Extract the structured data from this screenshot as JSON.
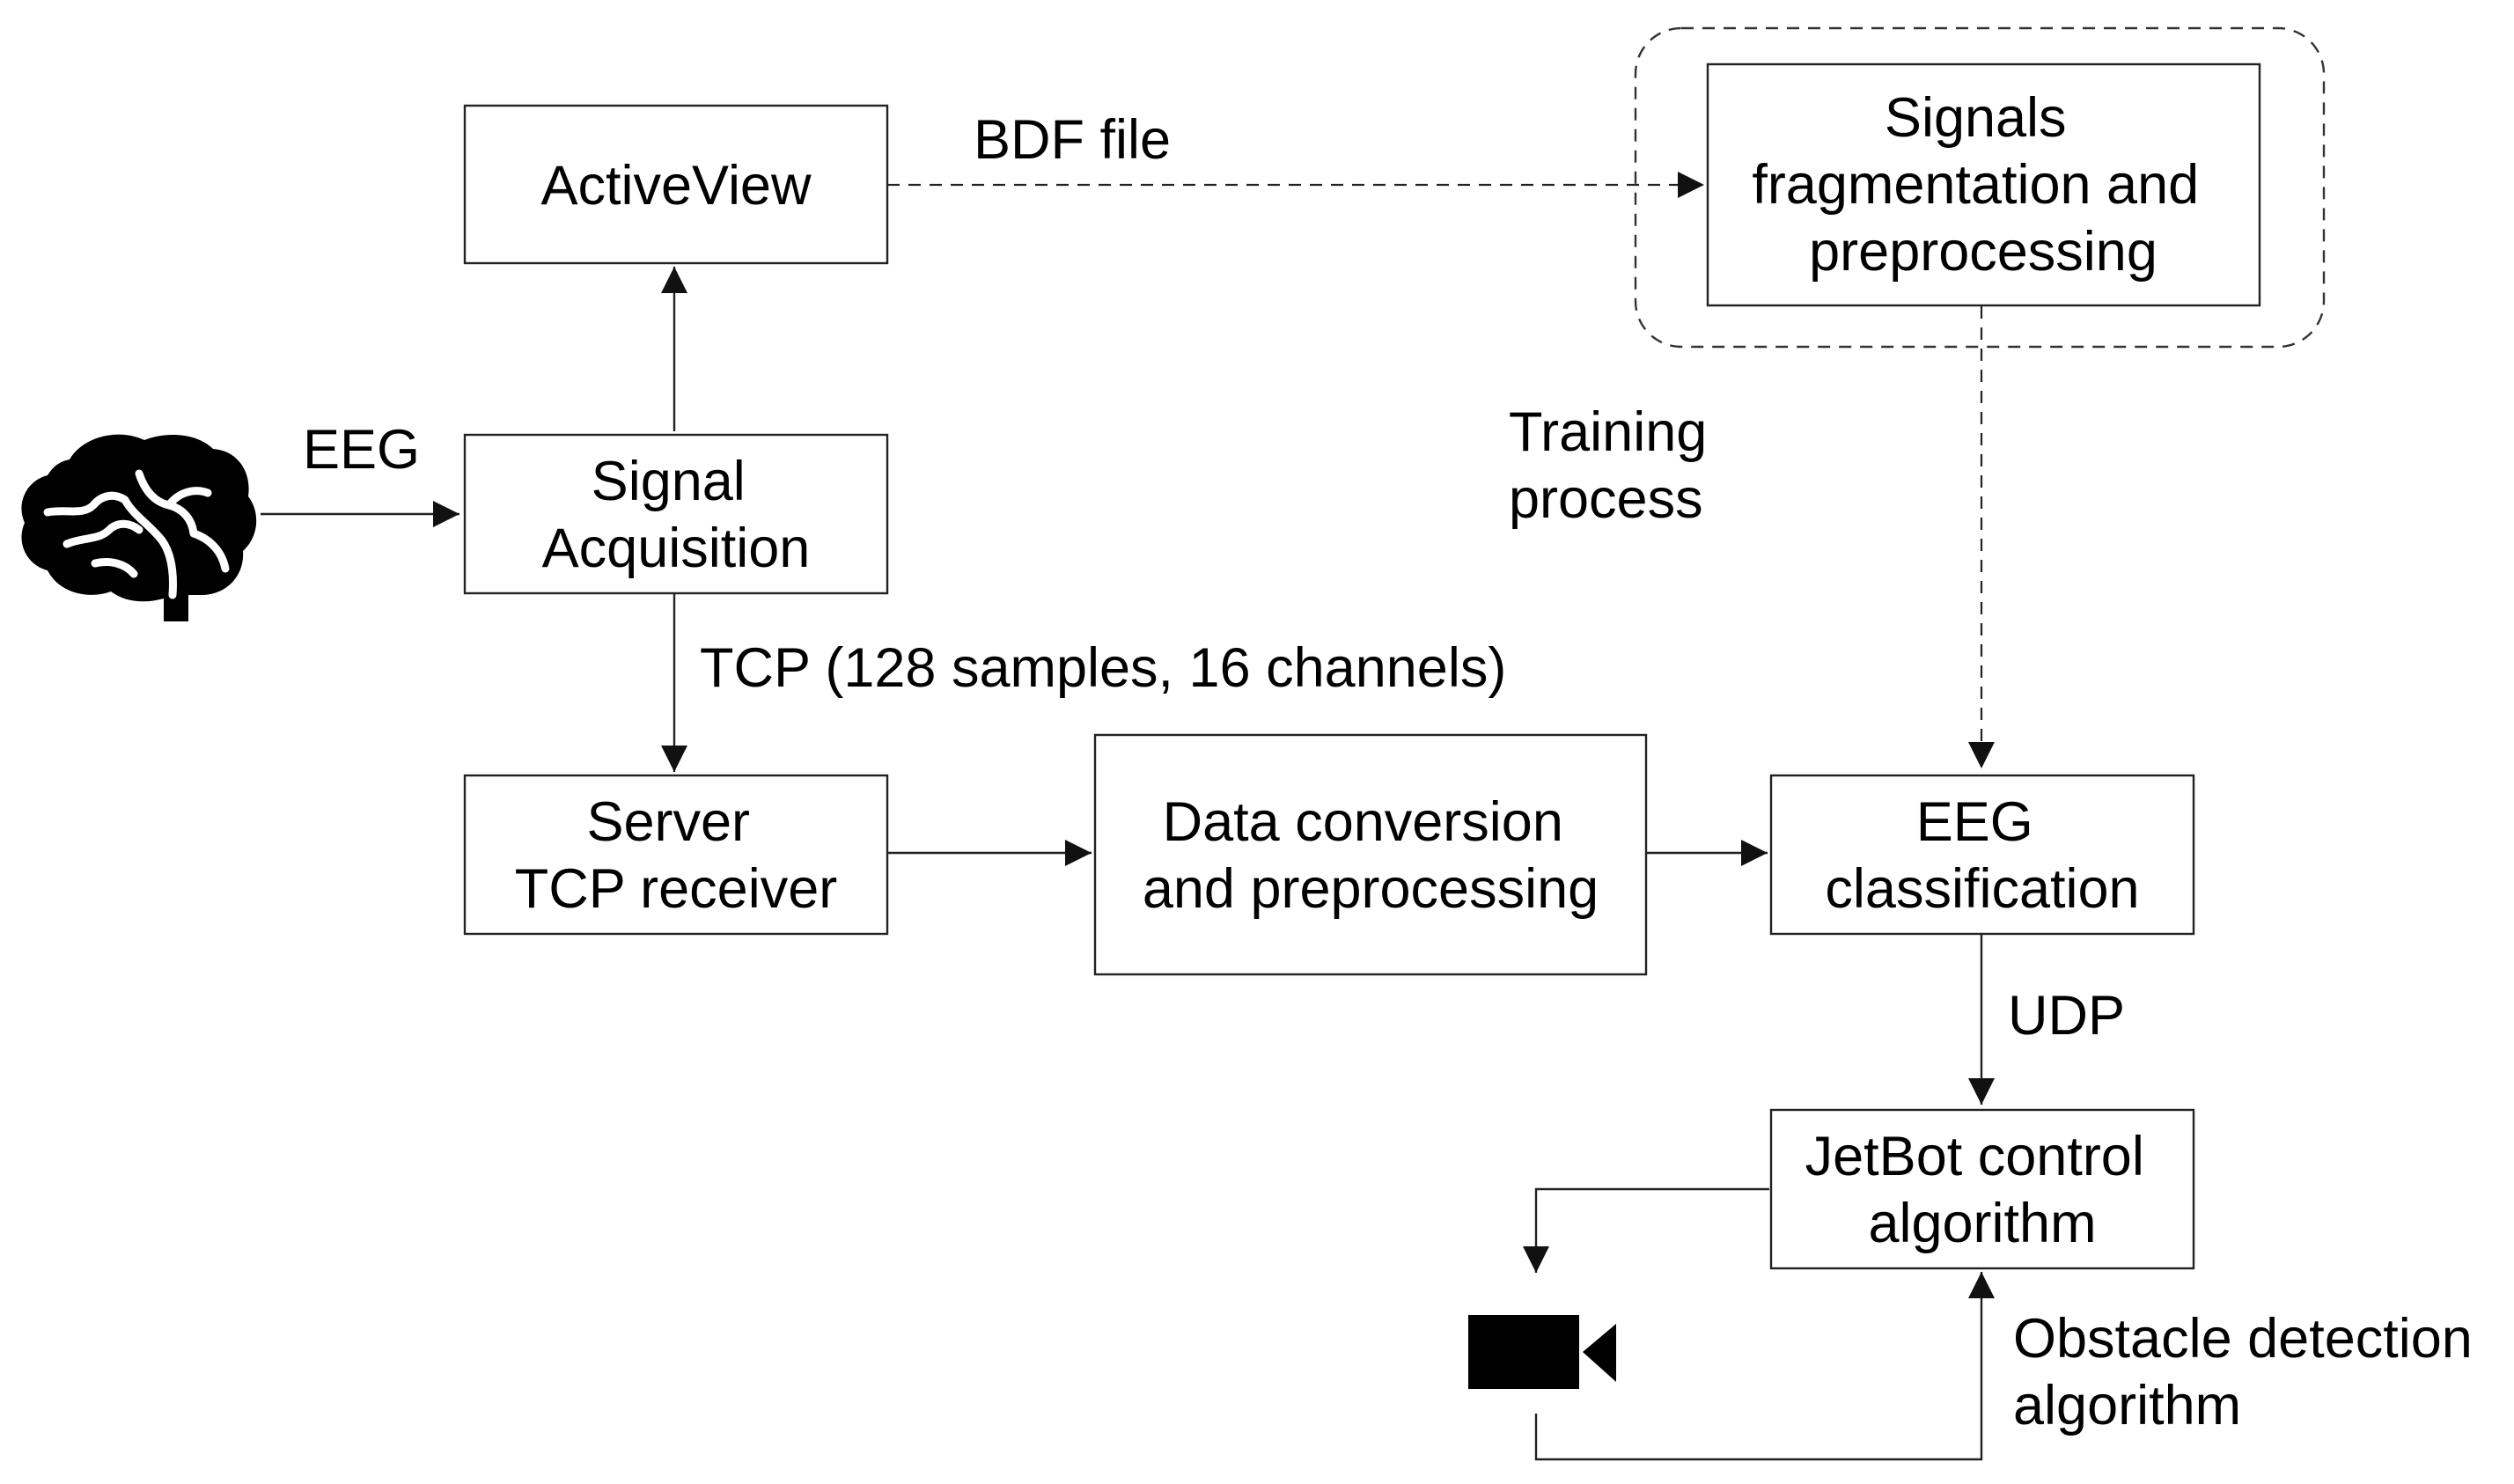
{
  "nodes": {
    "activeview": {
      "lines": [
        "ActiveView"
      ]
    },
    "signal_acquisition": {
      "lines": [
        "Signal",
        "Acquisition"
      ]
    },
    "server_tcp": {
      "lines": [
        "Server",
        "TCP receiver"
      ]
    },
    "data_conversion": {
      "lines": [
        "Data conversion",
        "and preprocessing"
      ]
    },
    "eeg_classification": {
      "lines": [
        "EEG",
        "classification"
      ]
    },
    "signals_fragmentation": {
      "lines": [
        "Signals",
        "fragmentation and",
        "preprocessing"
      ]
    },
    "jetbot_control": {
      "lines": [
        "JetBot control",
        "algorithm"
      ]
    }
  },
  "edge_labels": {
    "eeg": [
      "EEG"
    ],
    "bdf": [
      "BDF file"
    ],
    "tcp": [
      "TCP (128 samples, 16 channels)"
    ],
    "training": [
      "Training",
      "process"
    ],
    "udp": [
      "UDP"
    ],
    "obstacle": [
      "Obstacle detection",
      "algorithm"
    ]
  },
  "icons": {
    "brain": "brain-icon",
    "camera": "video-camera-icon"
  },
  "colors": {
    "line": "#222222",
    "text": "#000000",
    "background": "#ffffff"
  }
}
